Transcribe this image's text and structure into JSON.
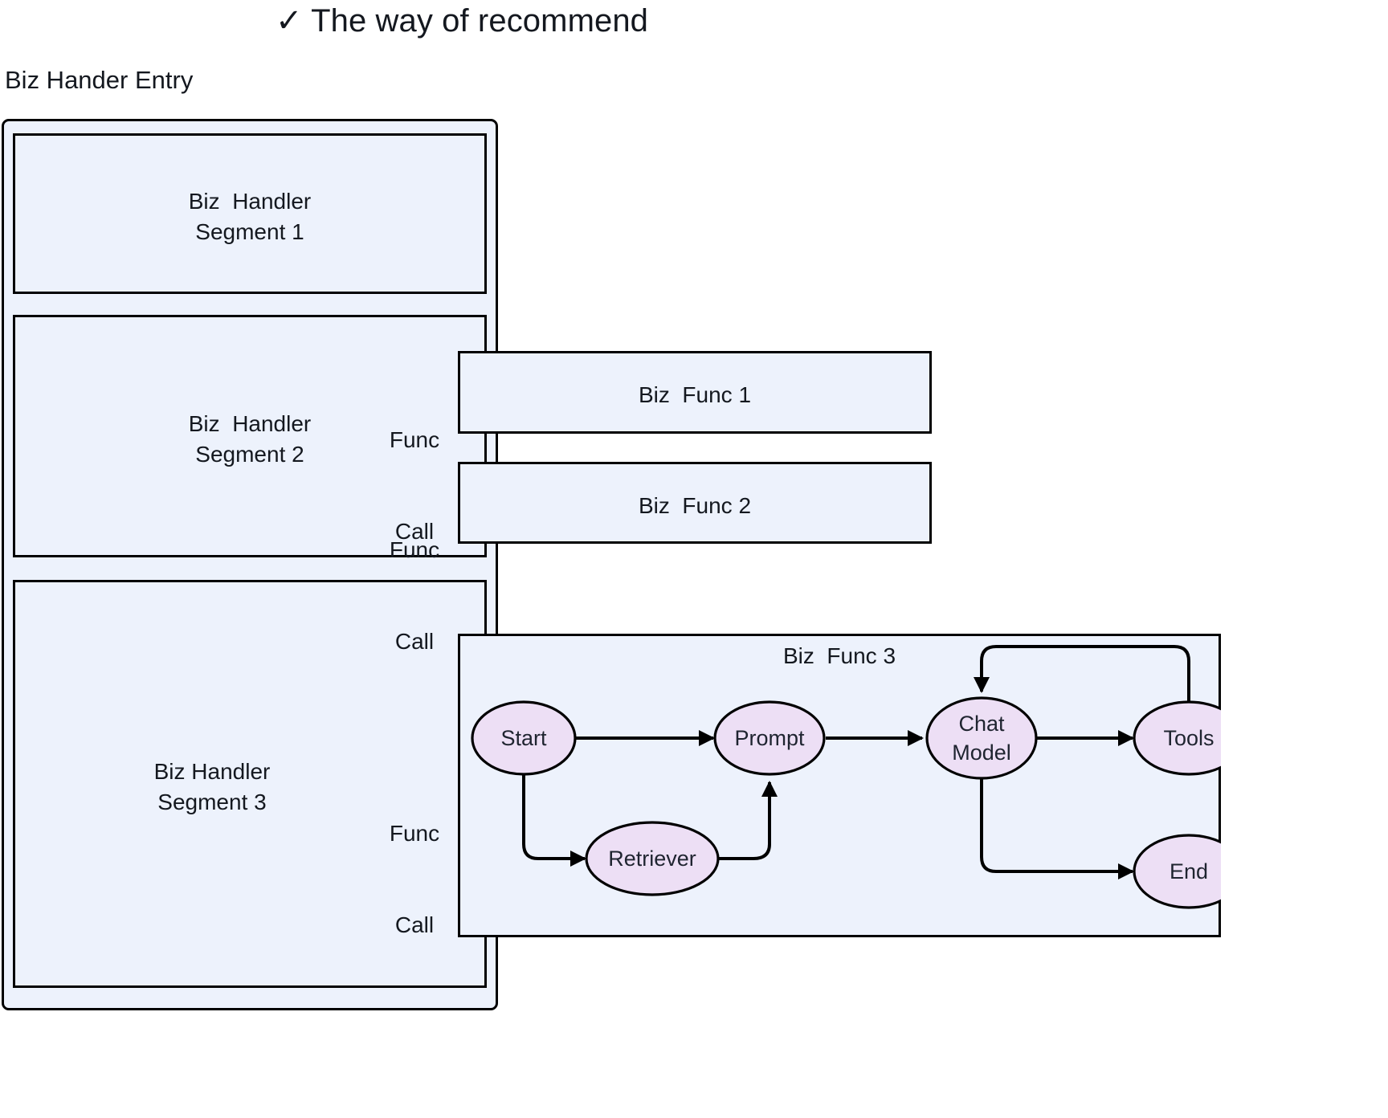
{
  "title": "✓ The way of recommend",
  "entry": {
    "caption": "Biz Hander Entry",
    "segments": [
      {
        "line1": "Biz  Handler",
        "line2": "Segment 1"
      },
      {
        "line1": "Biz  Handler",
        "line2": "Segment 2"
      },
      {
        "line1": "Biz Handler",
        "line2": "Segment 3"
      }
    ]
  },
  "func_calls": [
    {
      "line1": "Func",
      "line2": "Call"
    },
    {
      "line1": "Func",
      "line2": "Call"
    },
    {
      "line1": "Func",
      "line2": "Call"
    }
  ],
  "funcs": [
    {
      "label": "Biz  Func 1"
    },
    {
      "label": "Biz  Func 2"
    },
    {
      "label": "Biz  Func 3"
    }
  ],
  "graph": {
    "nodes": [
      {
        "id": "start",
        "label": "Start"
      },
      {
        "id": "retriever",
        "label": "Retriever"
      },
      {
        "id": "prompt",
        "label": "Prompt"
      },
      {
        "id": "chat_model",
        "label_line1": "Chat",
        "label_line2": "Model"
      },
      {
        "id": "tools",
        "label": "Tools"
      },
      {
        "id": "end",
        "label": "End"
      }
    ],
    "edges": [
      {
        "from": "start",
        "to": "prompt"
      },
      {
        "from": "start",
        "to": "retriever"
      },
      {
        "from": "retriever",
        "to": "prompt"
      },
      {
        "from": "prompt",
        "to": "chat_model"
      },
      {
        "from": "chat_model",
        "to": "tools"
      },
      {
        "from": "tools",
        "to": "chat_model"
      },
      {
        "from": "chat_model",
        "to": "end"
      }
    ]
  },
  "colors": {
    "box_fill": "#edf2fc",
    "node_fill": "#eddff5",
    "stroke": "#000000",
    "text": "#14181f"
  }
}
